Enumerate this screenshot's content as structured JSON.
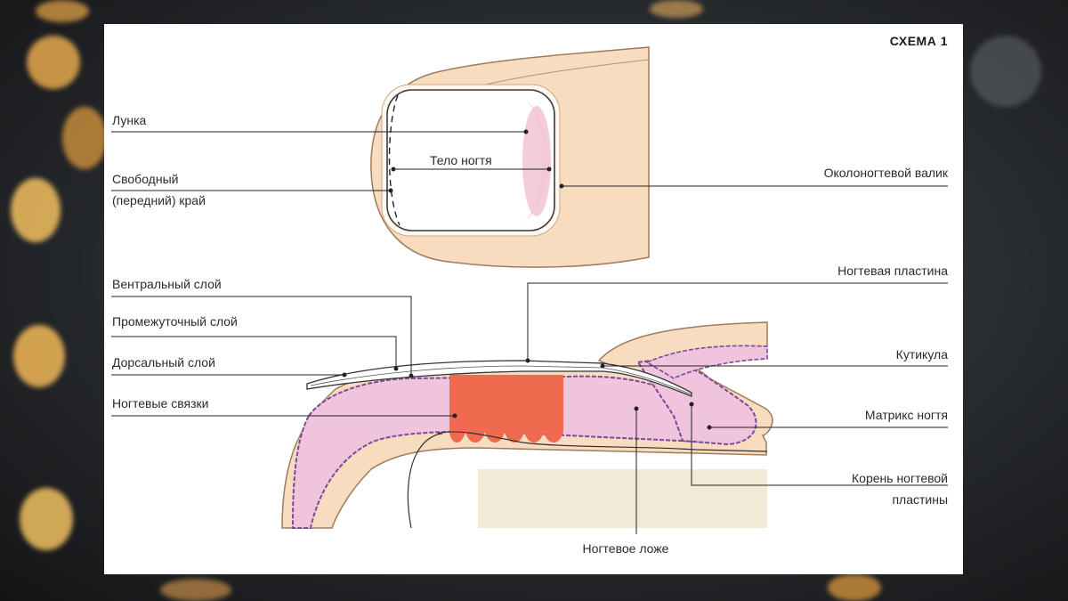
{
  "scheme_title": "СХЕМА 1",
  "labels": {
    "lunula": "Лунка",
    "nail_body": "Тело ногтя",
    "free_edge_line1": "Свободный",
    "free_edge_line2": "(передний) край",
    "nail_fold": "Околоногтевой валик",
    "ventral_layer": "Вентральный  слой",
    "intermediate_layer": "Промежуточный слой",
    "dorsal_layer": "Дорсальный слой",
    "nail_ligaments": "Ногтевые связки",
    "nail_plate": "Ногтевая пластина",
    "cuticle": "Кутикула",
    "nail_matrix": "Матрикс ногтя",
    "nail_root_line1": "Корень ногтевой",
    "nail_root_line2": "пластины",
    "nail_bed": "Ногтевое ложе"
  },
  "colors": {
    "skin": "#f7dcc0",
    "skin_outline": "#a07a5c",
    "pink_tissue": "#f0c4dc",
    "pink_outline": "#7a4a9a",
    "ligaments": "#f06a50",
    "lunula": "#f3c8d6",
    "bone": "#ede6cf"
  }
}
